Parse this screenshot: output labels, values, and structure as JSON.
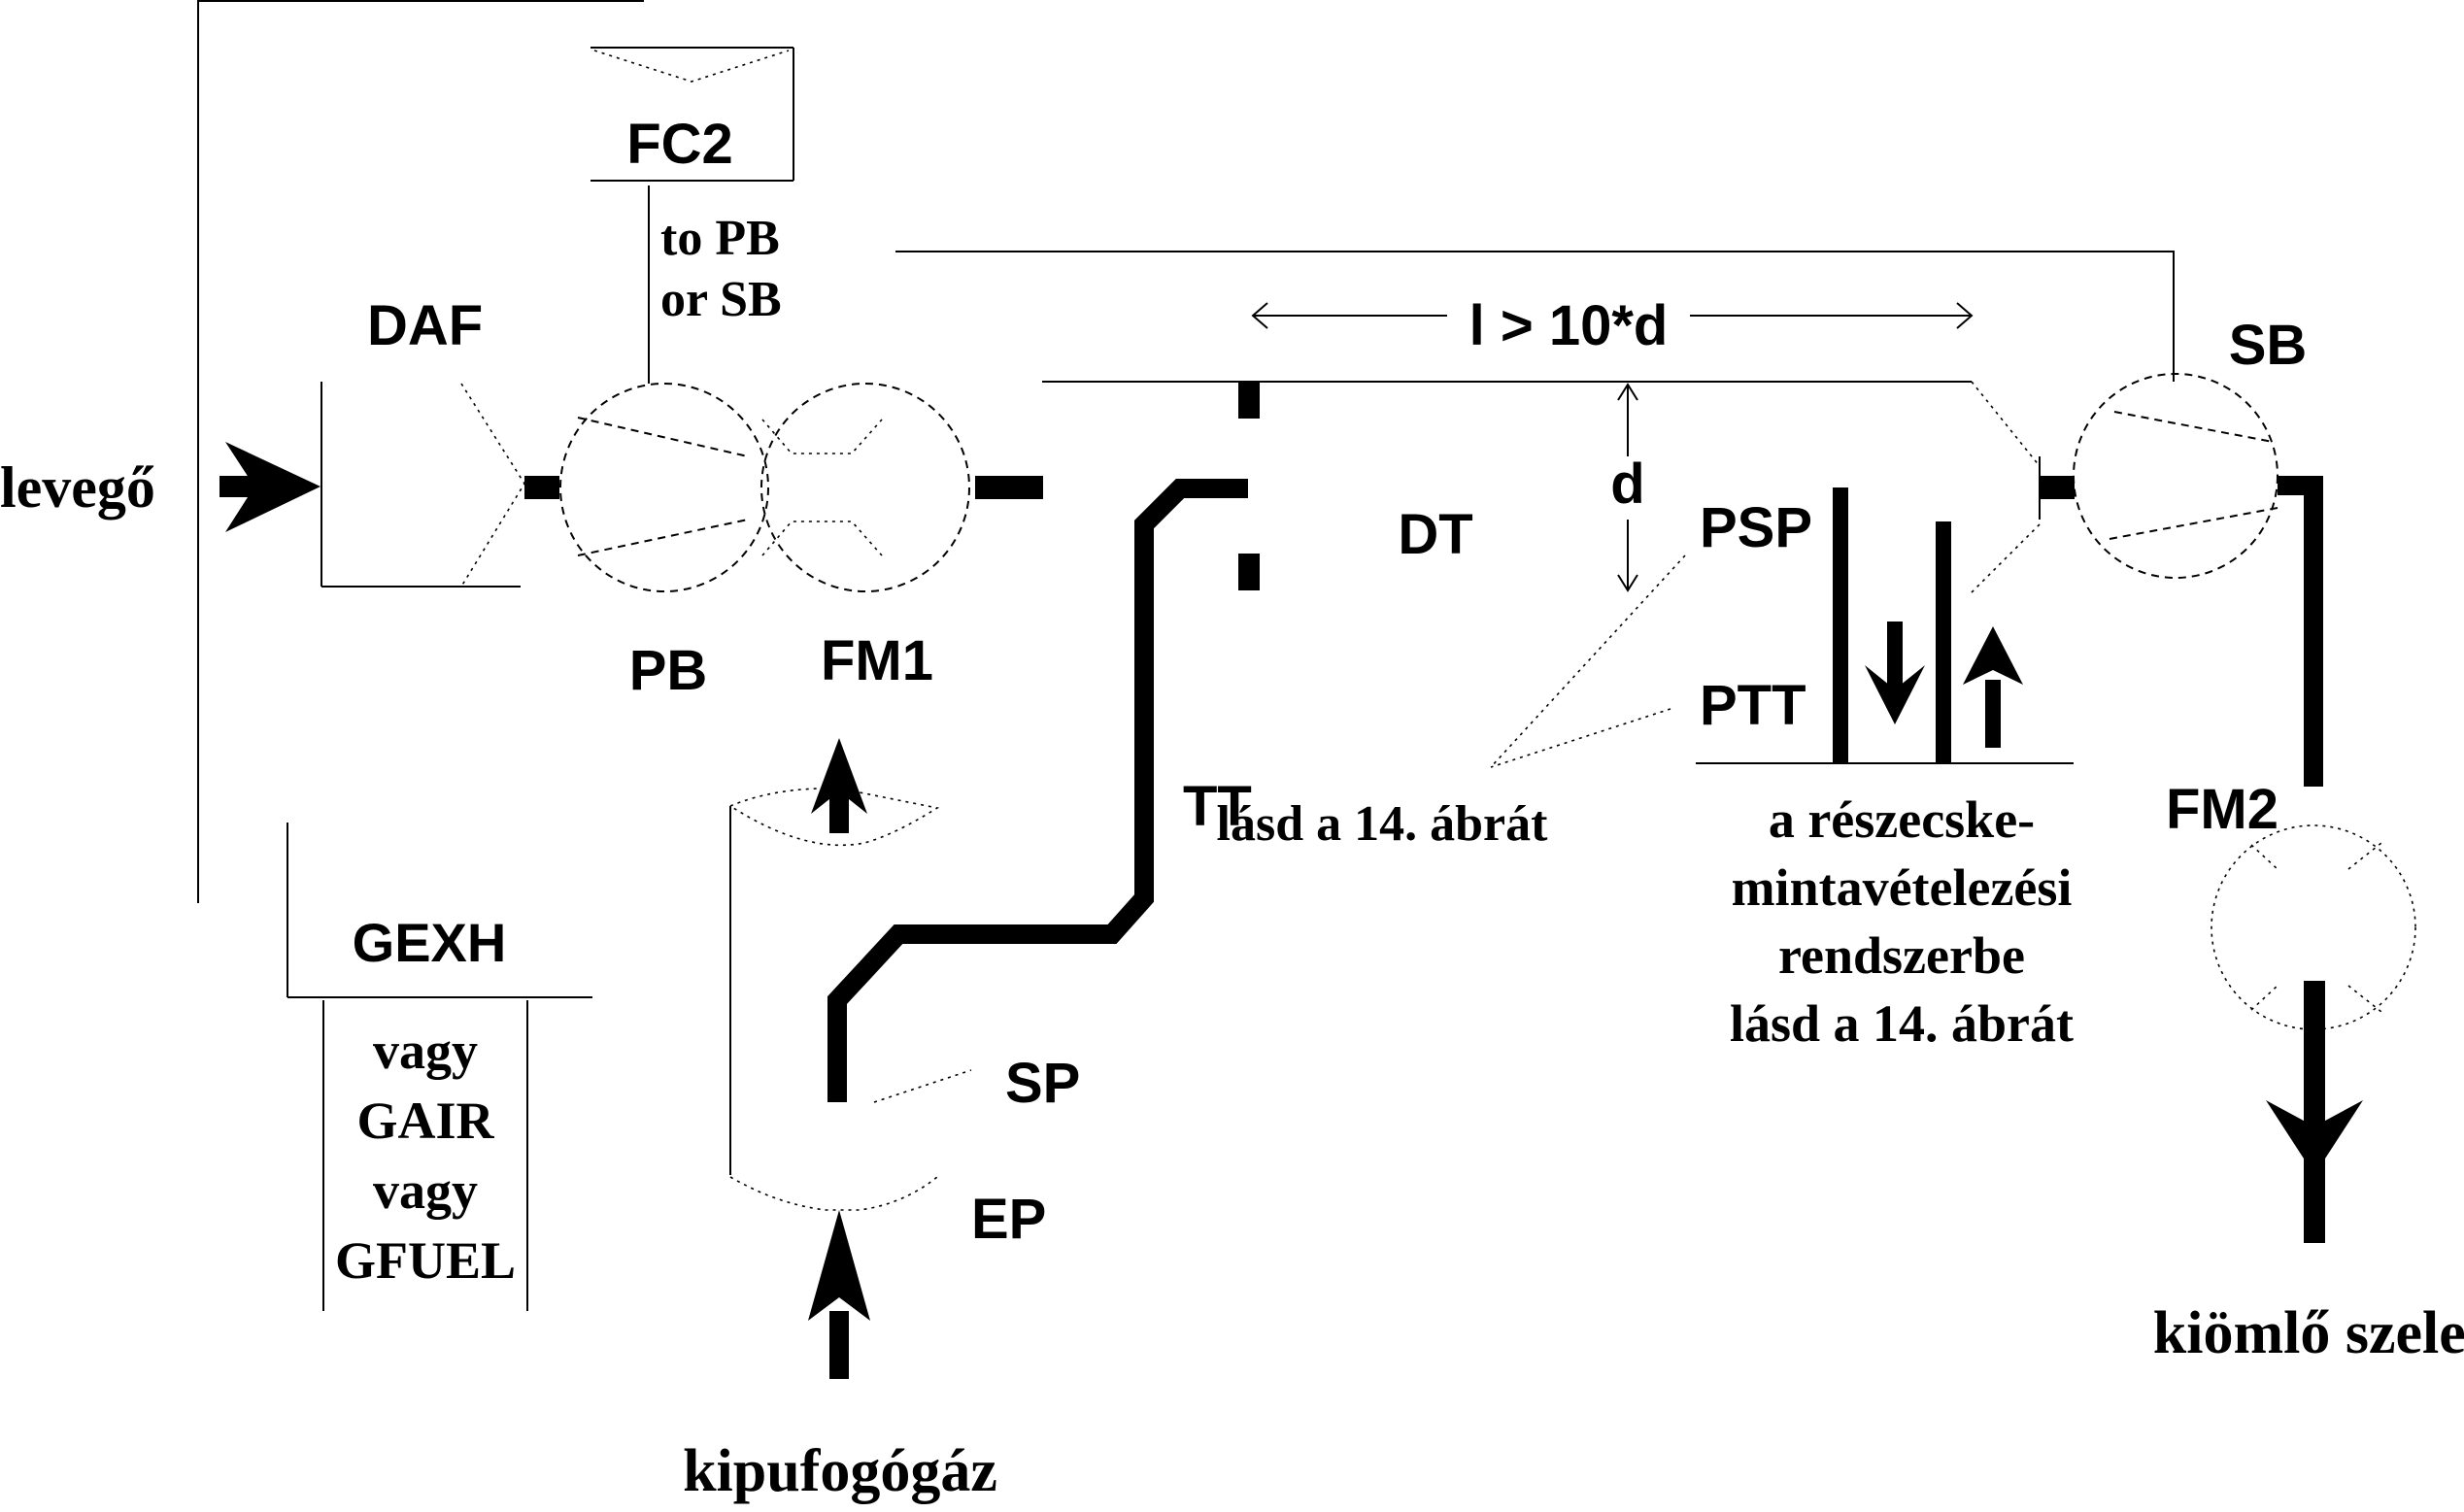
{
  "diagram": {
    "labels": {
      "air": "levegő",
      "daf": "DAF",
      "fc2": "FC2",
      "to_pb": "to PB",
      "or_sb": "or SB",
      "pb": "PB",
      "fm1": "FM1",
      "dimension_l": "l > 10*d",
      "dimension_d": "d",
      "dt": "DT",
      "sb": "SB",
      "psp": "PSP",
      "ptt": "PTT",
      "tt": "TT",
      "see_fig": "lásd a 14. ábrát",
      "particle_line1": "a részecske-",
      "particle_line2": "mintavételezési",
      "particle_line3": "rendszerbe",
      "particle_line4": "lásd a 14. ábrát",
      "fm2": "FM2",
      "gexh": "GEXH",
      "or1": "vagy",
      "gair": "GAIR",
      "or2": "vagy",
      "gfuel": "GFUEL",
      "sp": "SP",
      "ep": "EP",
      "exhaust": "kipufogógáz",
      "vent": "kiömlő szelep"
    }
  }
}
